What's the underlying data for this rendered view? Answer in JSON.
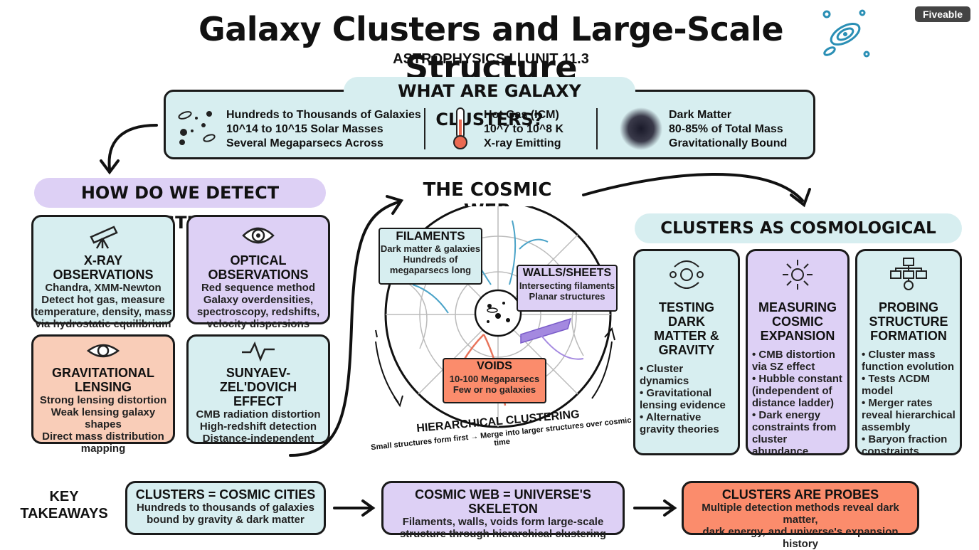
{
  "header": {
    "title": "Galaxy Clusters and Large-Scale Structure",
    "subtitle": "ASTROPHYSICS I | UNIT 11.3",
    "brand": "Fiveable"
  },
  "what": {
    "heading": "WHAT ARE GALAXY CLUSTERS?",
    "col1": [
      "Hundreds to Thousands of Galaxies",
      "10^14 to 10^15 Solar Masses",
      "Several Megaparsecs Across"
    ],
    "col2": [
      "Hot Gas (ICM)",
      "10^7 to 10^8 K",
      "X-ray Emitting"
    ],
    "col3": [
      "Dark Matter",
      "80-85% of Total Mass",
      "Gravitationally Bound"
    ]
  },
  "detect": {
    "heading": "HOW DO WE DETECT CLUSTERS?",
    "xray": {
      "title": "X-RAY OBSERVATIONS",
      "lines": [
        "Chandra, XMM-Newton",
        "Detect hot gas, measure",
        "temperature, density, mass",
        "via hydrostatic equilibrium"
      ]
    },
    "optical": {
      "title": "OPTICAL OBSERVATIONS",
      "lines": [
        "Red sequence method",
        "Galaxy overdensities,",
        "spectroscopy, redshifts,",
        "velocity dispersions"
      ]
    },
    "lensing": {
      "title1": "GRAVITATIONAL",
      "title2": "LENSING",
      "lines": [
        "Strong lensing distortion",
        "Weak lensing galaxy shapes",
        "Direct mass distribution",
        "mapping"
      ]
    },
    "sz": {
      "title1": "SUNYAEV-ZEL'DOVICH",
      "title2": "EFFECT",
      "lines": [
        "CMB radiation distortion",
        "High-redshift detection",
        "Distance-independent"
      ]
    }
  },
  "web": {
    "heading": "THE COSMIC WEB",
    "filaments": {
      "title": "FILAMENTS",
      "lines": [
        "Dark matter & galaxies",
        "Hundreds of",
        "megaparsecs long"
      ]
    },
    "walls": {
      "title": "WALLS/SHEETS",
      "lines": [
        "Intersecting filaments",
        "Planar structures"
      ]
    },
    "voids": {
      "title": "VOIDS",
      "lines": [
        "10-100 Megaparsecs",
        "Few or no galaxies"
      ]
    },
    "hier_label": "HIERARCHICAL CLUSTERING",
    "hier_caption": "Small structures form first → Merge into larger structures over cosmic time"
  },
  "probes": {
    "heading": "CLUSTERS AS COSMOLOGICAL PROBES",
    "dark": {
      "title": [
        "TESTING DARK",
        "MATTER &",
        "GRAVITY"
      ],
      "bullets": [
        "Cluster dynamics",
        "Gravitational lensing evidence",
        "Alternative gravity theories"
      ]
    },
    "expansion": {
      "title": [
        "MEASURING",
        "COSMIC",
        "EXPANSION"
      ],
      "bullets": [
        "CMB distortion via SZ effect",
        "Hubble constant (independent of distance ladder)",
        "Dark energy constraints from cluster abundance"
      ]
    },
    "structure": {
      "title": [
        "PROBING",
        "STRUCTURE",
        "FORMATION"
      ],
      "bullets": [
        "Cluster mass function evolution",
        "Tests ΛCDM model",
        "Merger rates reveal hierarchical assembly",
        "Baryon fraction constraints"
      ]
    }
  },
  "takeaways": {
    "label1": "KEY",
    "label2": "TAKEAWAYS",
    "t1": {
      "title": "CLUSTERS = COSMIC CITIES",
      "lines": [
        "Hundreds to thousands of galaxies",
        "bound by gravity & dark matter"
      ]
    },
    "t2": {
      "title": "COSMIC WEB = UNIVERSE'S SKELETON",
      "lines": [
        "Filaments, walls, voids form large-scale",
        "structure through hierarchical clustering"
      ]
    },
    "t3": {
      "title": "CLUSTERS ARE PROBES",
      "lines": [
        "Multiple detection methods reveal dark matter,",
        "dark energy, and universe's expansion history"
      ]
    }
  },
  "colors": {
    "teal": "#d7eef0",
    "purple": "#ddd0f5",
    "salmon": "#f9cdb8",
    "orange": "#fb8c6c",
    "accent_blue": "#2a8fb5"
  }
}
